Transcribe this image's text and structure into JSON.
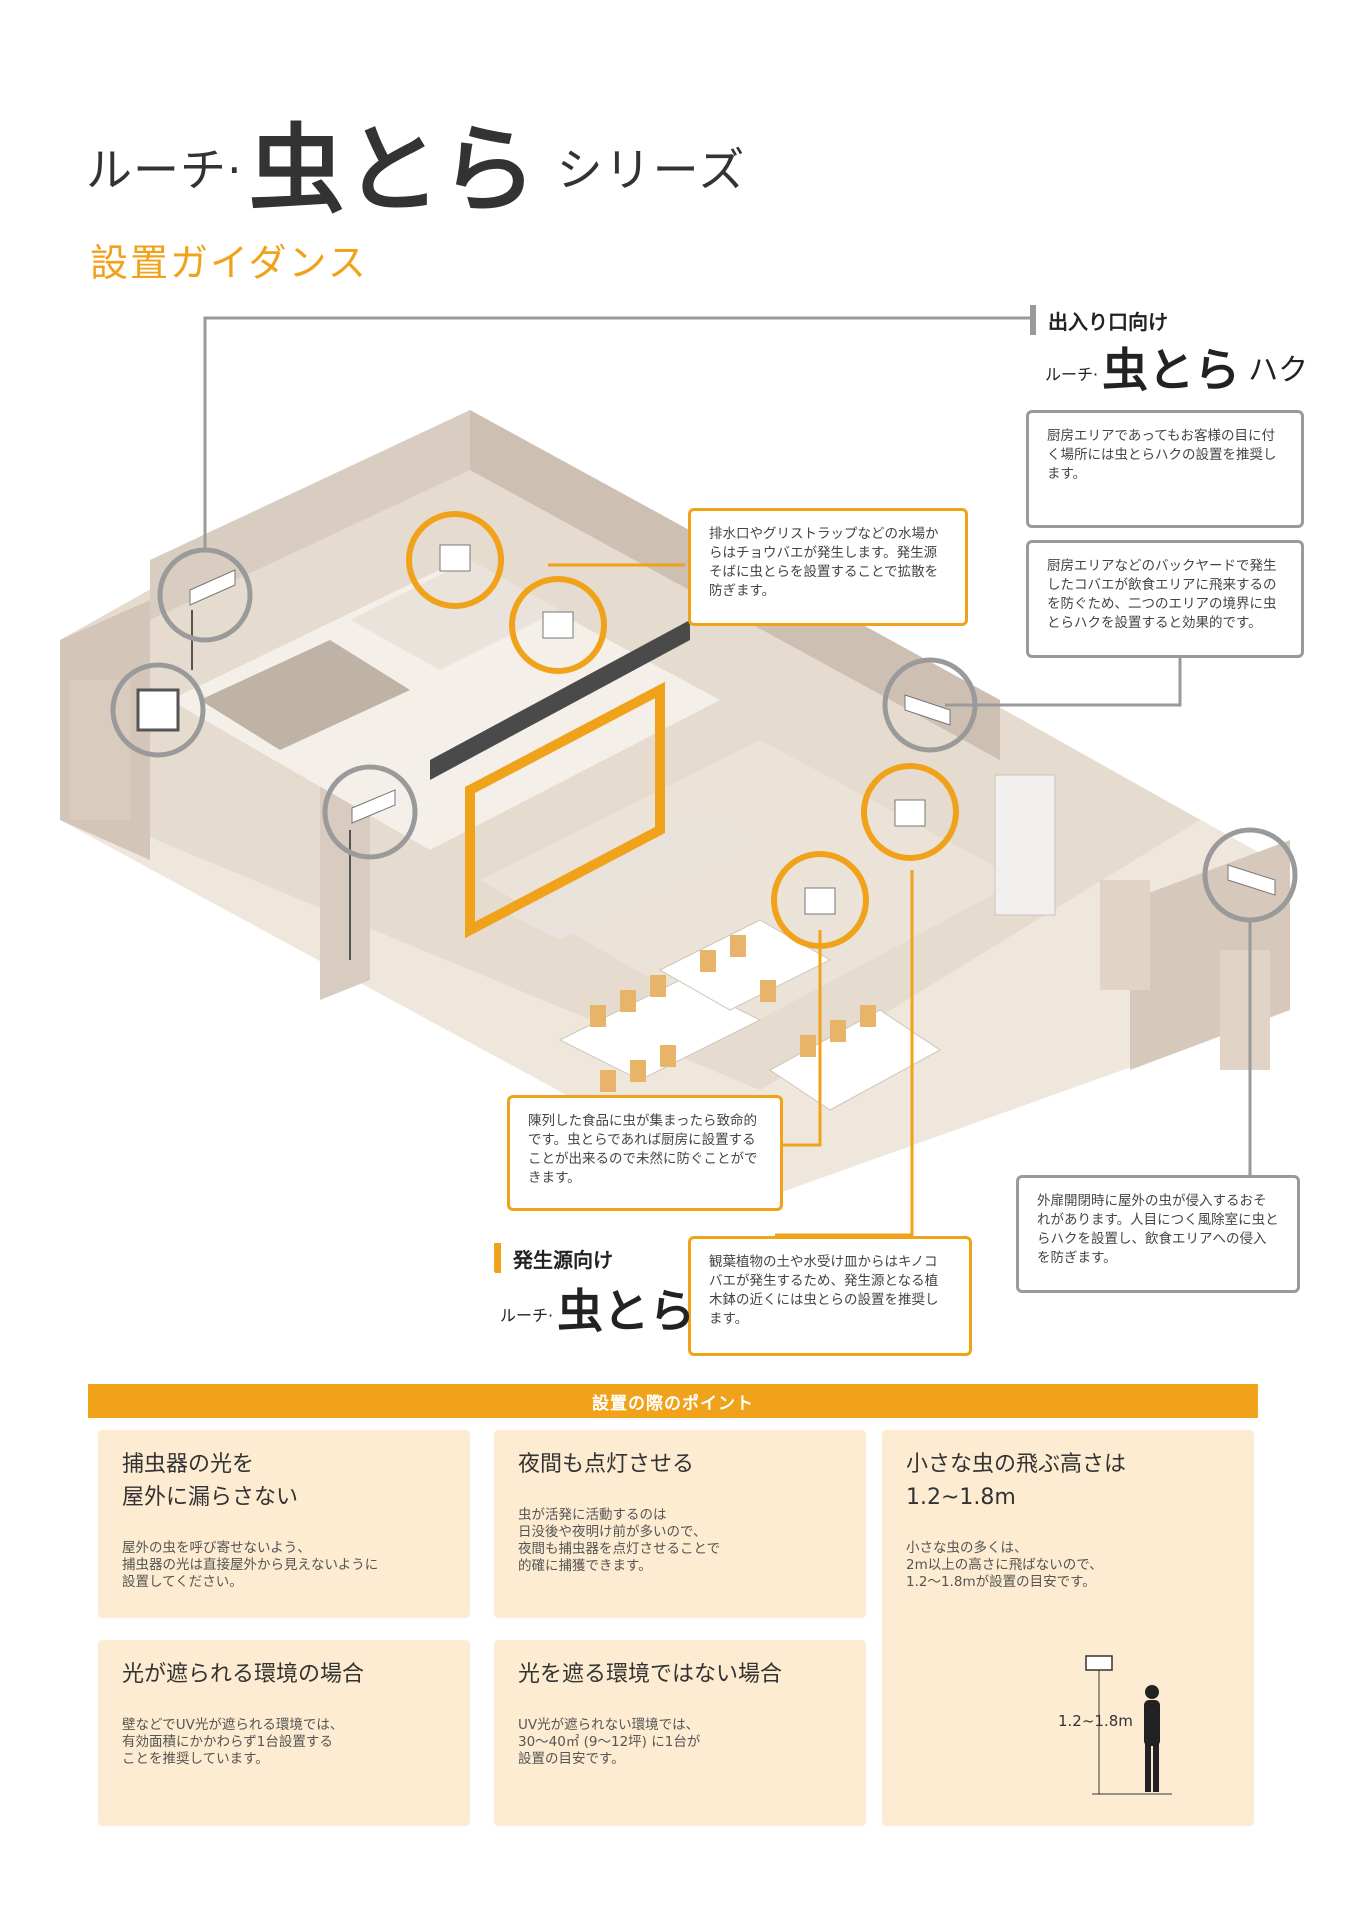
{
  "header": {
    "title_pre": "ルーチ·",
    "title_main": "虫とら",
    "title_post": "シリーズ",
    "subtitle": "設置ガイダンス"
  },
  "entrance": {
    "label": "出入り口向け",
    "product_pre": "ルーチ·",
    "product_main": "虫とら",
    "product_post": "ハク",
    "callouts": [
      "厨房エリアであってもお客様の目に付く場所には虫とらハクの設置を推奨します。",
      "厨房エリアなどのバックヤードで発生したコバエが飲食エリアに飛来するのを防ぐため、二つのエリアの境界に虫とらハクを設置すると効果的です。",
      "外扉開閉時に屋外の虫が侵入するおそれがあります。人目につく風除室に虫とらハクを設置し、飲食エリアへの侵入を防ぎます。"
    ]
  },
  "source": {
    "label": "発生源向け",
    "product_pre": "ルーチ·",
    "product_main": "虫とら",
    "callouts": [
      "排水口やグリストラップなどの水場からはチョウバエが発生します。発生源そばに虫とらを設置することで拡散を防ぎます。",
      "陳列した食品に虫が集まったら致命的です。虫とらであれば厨房に設置することが出来るので未然に防ぐことができます。",
      "観葉植物の土や水受け皿からはキノコバエが発生するため、発生源となる植木鉢の近くには虫とらの設置を推奨します。"
    ]
  },
  "points": {
    "heading": "設置の際のポイント",
    "cards": [
      {
        "title": "捕虫器の光を\n屋外に漏らさない",
        "desc": "屋外の虫を呼び寄せないよう、\n捕虫器の光は直接屋外から見えないように\n設置してください。"
      },
      {
        "title": "夜間も点灯させる",
        "desc": "虫が活発に活動するのは\n日没後や夜明け前が多いので、\n夜間も捕虫器を点灯させることで\n的確に捕獲できます。"
      },
      {
        "title": "小さな虫の飛ぶ高さは\n1.2~1.8m",
        "desc": "小さな虫の多くは、\n2m以上の高さに飛ばないので、\n1.2〜1.8mが設置の目安です。"
      },
      {
        "title": "光が遮られる環境の場合",
        "desc": "壁などでUV光が遮られる環境では、\n有効面積にかかわらず1台設置する\nことを推奨しています。"
      },
      {
        "title": "光を遮る環境ではない場合",
        "desc": "UV光が遮られない環境では、\n30〜40㎡ (9〜12坪) に1台が\n設置の目安です。"
      }
    ],
    "height_label": "1.2~1.8m"
  },
  "colors": {
    "accent": "#f0a21a",
    "gray_ring": "#9a9a9a",
    "card_bg": "#fdecd2"
  }
}
